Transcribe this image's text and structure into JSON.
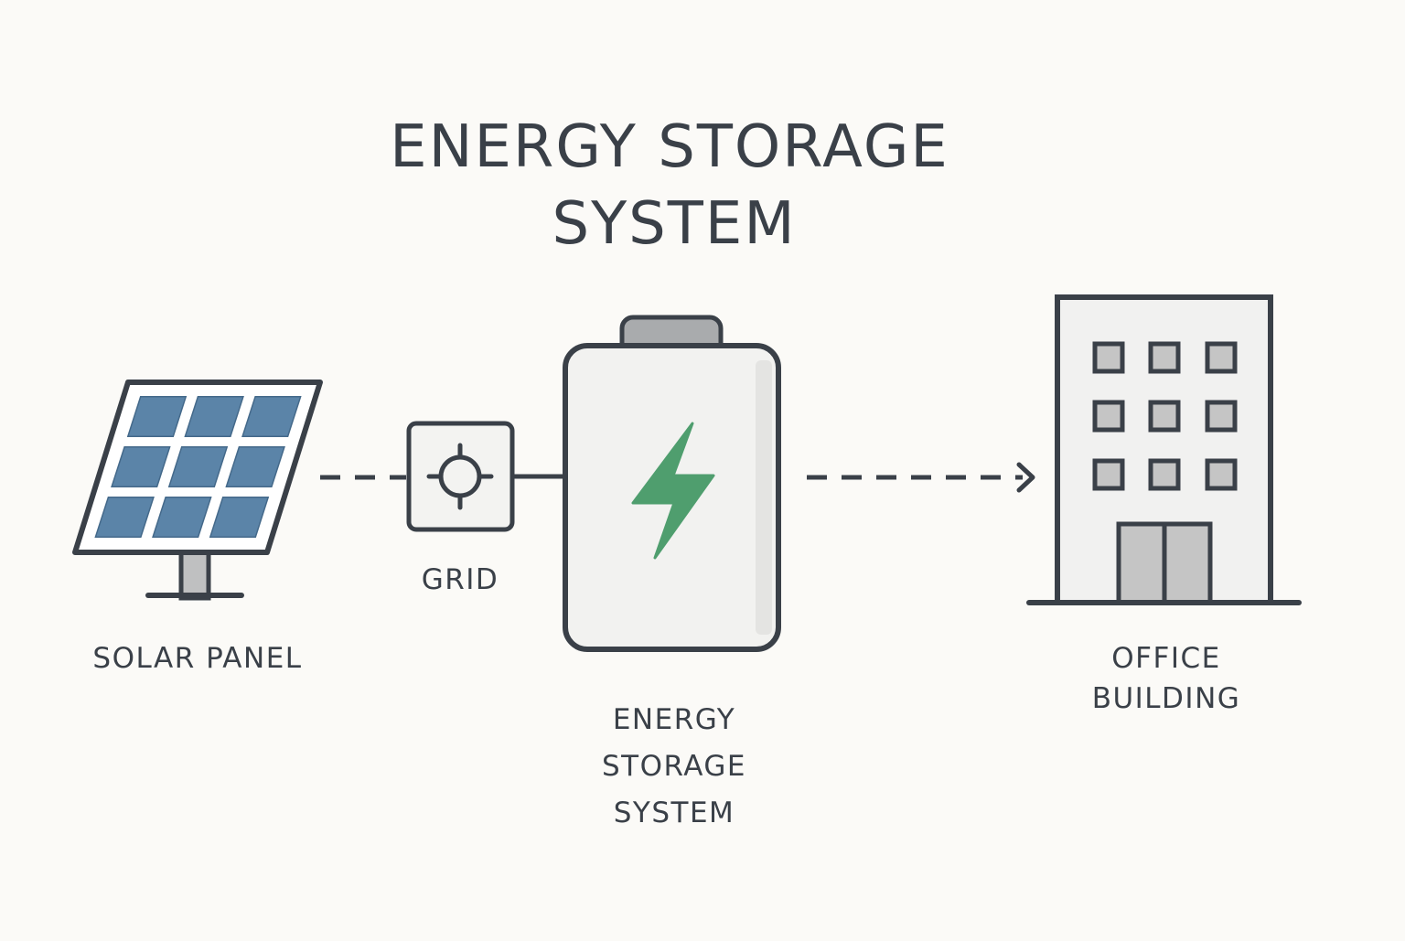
{
  "title": {
    "line1": "ENERGY STORAGE",
    "line2": "SYSTEM"
  },
  "nodes": {
    "solar_panel": {
      "label": "SOLAR PANEL"
    },
    "grid": {
      "label": "GRID"
    },
    "storage": {
      "label_line1": "ENERGY",
      "label_line2": "STORAGE",
      "label_line3": "SYSTEM"
    },
    "office": {
      "label_line1": "OFFICE",
      "label_line2": "BUILDING"
    }
  },
  "colors": {
    "stroke": "#3a4048",
    "panel_cell": "#5b84a8",
    "bolt": "#4f9e6e",
    "battery_fill": "#f2f2f0",
    "battery_cap": "#a9abad",
    "window_fill": "#c5c5c5",
    "building_fill": "#f1f1f0",
    "background": "#fbfaf7"
  },
  "icons": {
    "solar_panel": "solar-panel-icon",
    "grid": "grid-crosshair-icon",
    "storage": "battery-icon",
    "bolt": "lightning-bolt-icon",
    "office": "office-building-icon"
  }
}
